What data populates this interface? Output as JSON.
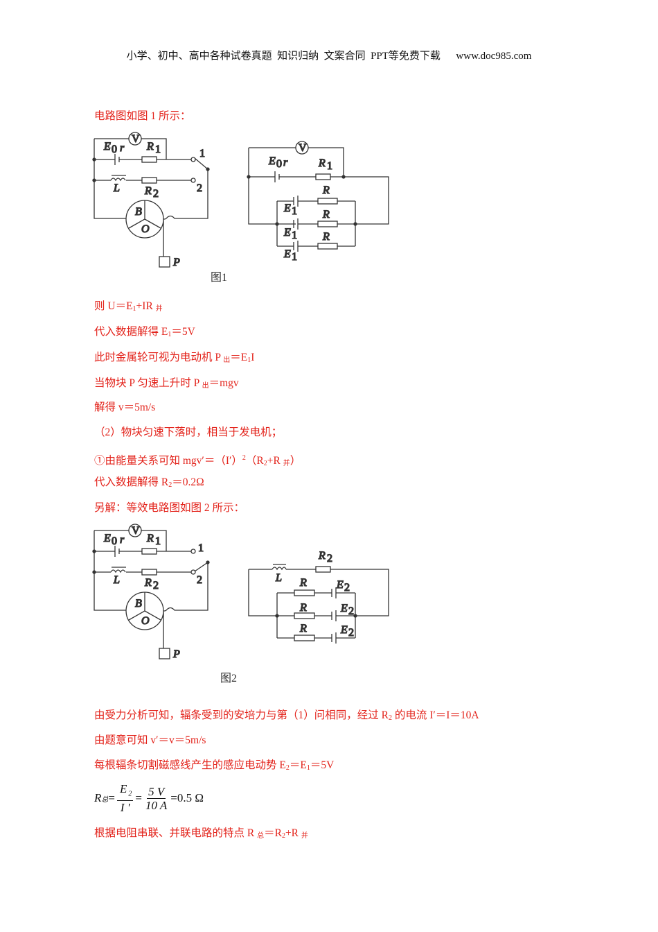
{
  "header": "小学、初中、高中各种试卷真题  知识归纳  文案合同  PPT等免费下载      www.doc985.com",
  "lines": [
    [
      {
        "t": "电路图如图 1 所示："
      }
    ],
    [
      {
        "t": "则 U＝E"
      },
      {
        "sub": "1"
      },
      {
        "t": "+IR "
      },
      {
        "sub": "并"
      }
    ],
    [
      {
        "t": "代入数据解得 E"
      },
      {
        "sub": "1"
      },
      {
        "t": "＝5V"
      }
    ],
    [
      {
        "t": "此时金属轮可视为电动机 P "
      },
      {
        "sub": "出"
      },
      {
        "t": "＝E"
      },
      {
        "sub": "1"
      },
      {
        "t": "I"
      }
    ],
    [
      {
        "t": "当物块 P 匀速上升时 P "
      },
      {
        "sub": "出"
      },
      {
        "t": "＝mgv"
      }
    ],
    [
      {
        "t": "解得 v＝5m/s"
      }
    ],
    [
      {
        "t": "（2）物块匀速下落时，相当于发电机；"
      }
    ],
    [
      {
        "t": "①由能量关系可知 mgv′＝（I′）"
      },
      {
        "sup": "2"
      },
      {
        "t": "（R"
      },
      {
        "sub": "2"
      },
      {
        "t": "+R "
      },
      {
        "sub": "并"
      },
      {
        "t": "）"
      }
    ],
    [
      {
        "t": "代入数据解得 R"
      },
      {
        "sub": "2"
      },
      {
        "t": "＝0.2Ω"
      }
    ],
    [
      {
        "t": "另解：等效电路图如图 2 所示："
      }
    ],
    [
      {
        "t": "由受力分析可知，辐条受到的安培力与第（1）问相同，经过 R"
      },
      {
        "sub": "2"
      },
      {
        "t": " 的电流 I′＝I＝10A"
      }
    ],
    [
      {
        "t": "由题意可知 v′＝v＝5m/s"
      }
    ],
    [
      {
        "t": "每根辐条切割磁感线产生的感应电动势 E"
      },
      {
        "sub": "2"
      },
      {
        "t": "＝E"
      },
      {
        "sub": "1"
      },
      {
        "t": "＝5V"
      }
    ],
    [
      {
        "t": "根据电阻串联、并联电路的特点 R "
      },
      {
        "sub": "总"
      },
      {
        "t": "＝R"
      },
      {
        "sub": "2"
      },
      {
        "t": "+R "
      },
      {
        "sub": "并"
      }
    ]
  ],
  "formula": {
    "lhs": "R",
    "lhs_sub": "总",
    "eq": "=",
    "num1": "E",
    "num1_sub": "2",
    "den1": "I '",
    "num2": "5 V",
    "den2": "10 A",
    "result": "=0.5 Ω"
  },
  "fig1": {
    "caption": "图1",
    "V": "V",
    "E0": "E",
    "E0_sub": "0",
    "r": "r",
    "R1": "R",
    "R1_sub": "1",
    "L": "L",
    "R2": "R",
    "R2_sub": "2",
    "sw1": "1",
    "sw2": "2",
    "B": "B",
    "O": "O",
    "P": "P",
    "R": "R",
    "E1": "E",
    "E1_sub": "1"
  },
  "fig2": {
    "caption": "图2",
    "E2": "E",
    "E2_sub": "2"
  },
  "colors": {
    "answer_red": "#e3231b"
  }
}
